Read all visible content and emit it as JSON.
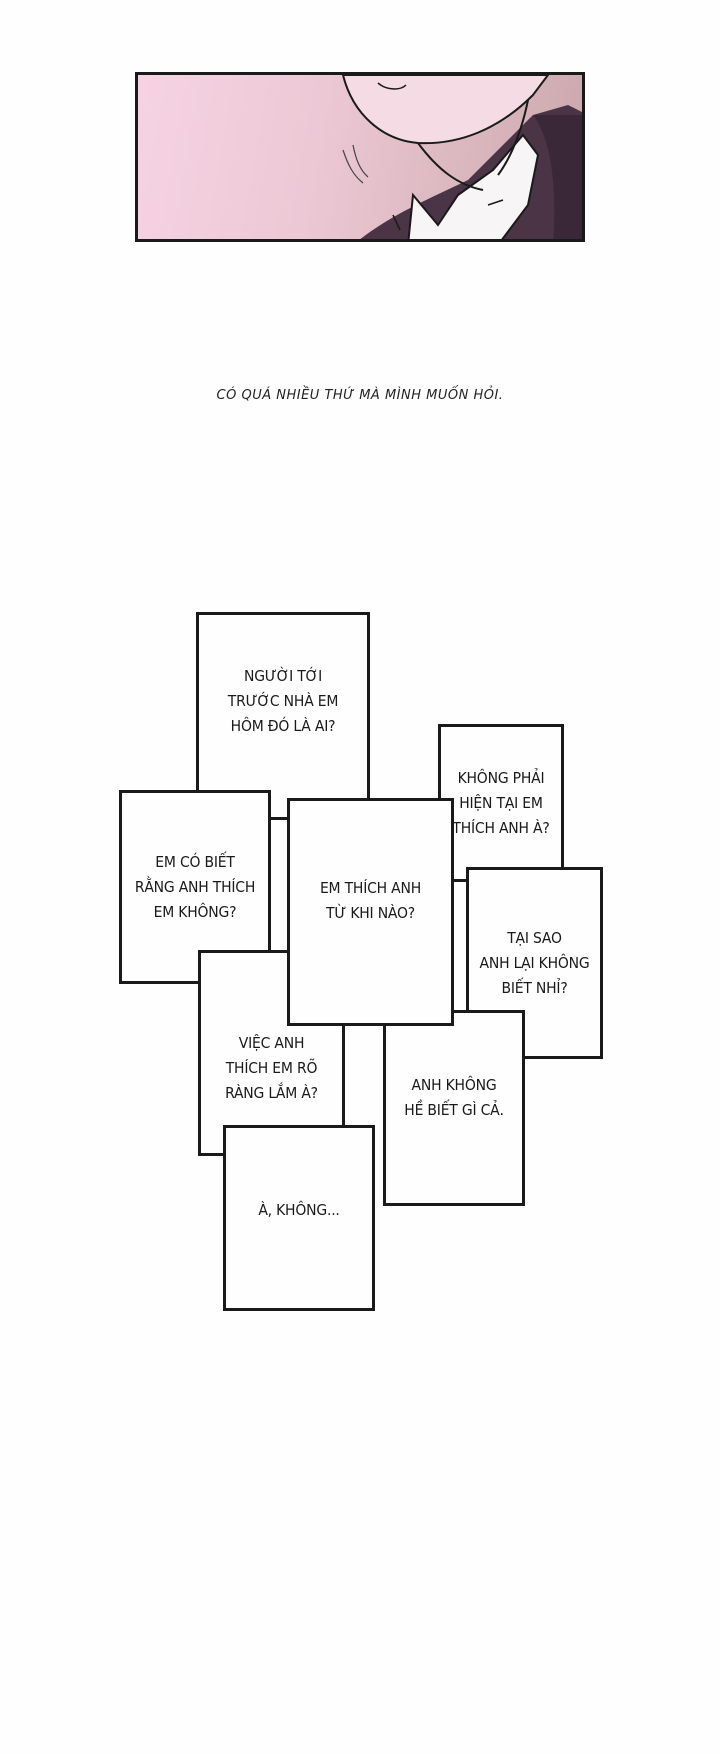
{
  "narration": "CÓ QUÁ NHIỀU THỨ MÀ MÌNH MUỐN HỎI.",
  "notes": [
    {
      "text": "NGƯỜI TỚI\nTRƯỚC NHÀ EM\nHÔM ĐÓ LÀ AI?"
    },
    {
      "text": "KHÔNG PHẢI\nHIỆN TẠI EM\nTHÍCH ANH À?"
    },
    {
      "text": "EM CÓ BIẾT\nRẰNG ANH THÍCH\nEM KHÔNG?"
    },
    {
      "text": "TẠI SAO\nANH LẠI KHÔNG\nBIẾT NHỈ?"
    },
    {
      "text": "VIỆC ANH\nTHÍCH EM RÕ\nRÀNG LẮM À?"
    },
    {
      "text": "ANH KHÔNG\nHỀ BIẾT GÌ CẢ."
    },
    {
      "text": "EM THÍCH ANH\nTỪ KHI NÀO?"
    },
    {
      "text": "À, KHÔNG..."
    }
  ]
}
